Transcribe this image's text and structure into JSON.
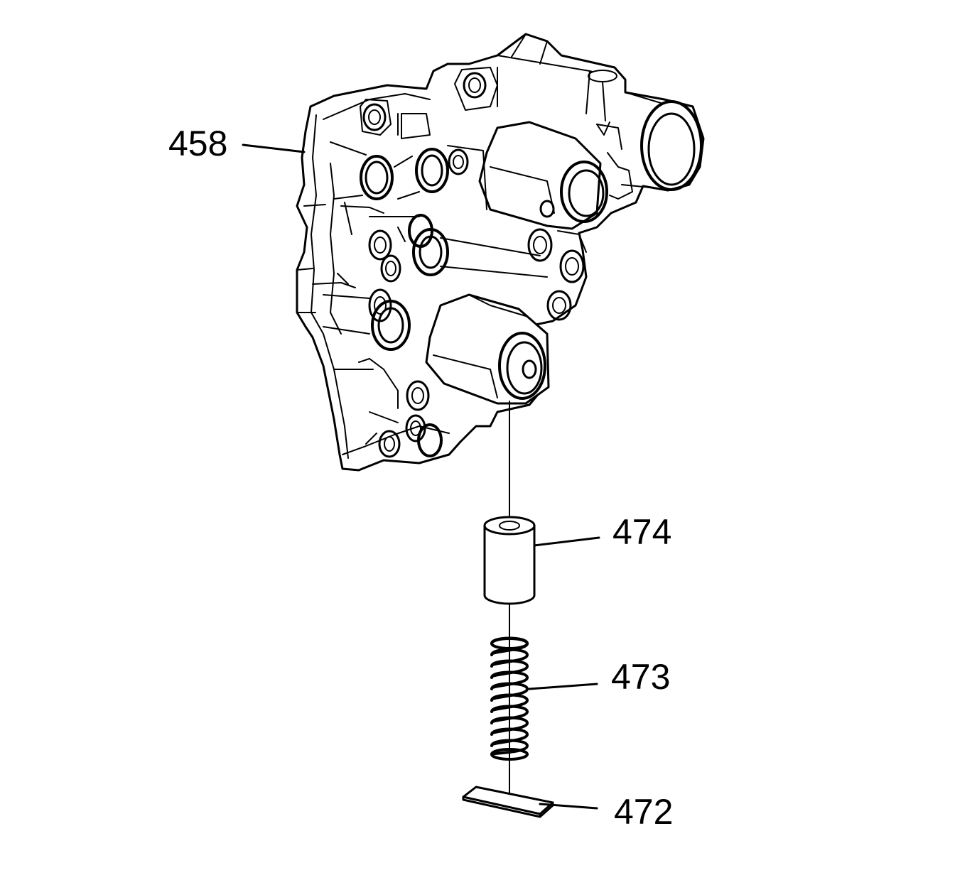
{
  "callouts": {
    "valve_body": "458",
    "valve_sleeve": "474",
    "spring": "473",
    "retainer": "472"
  }
}
